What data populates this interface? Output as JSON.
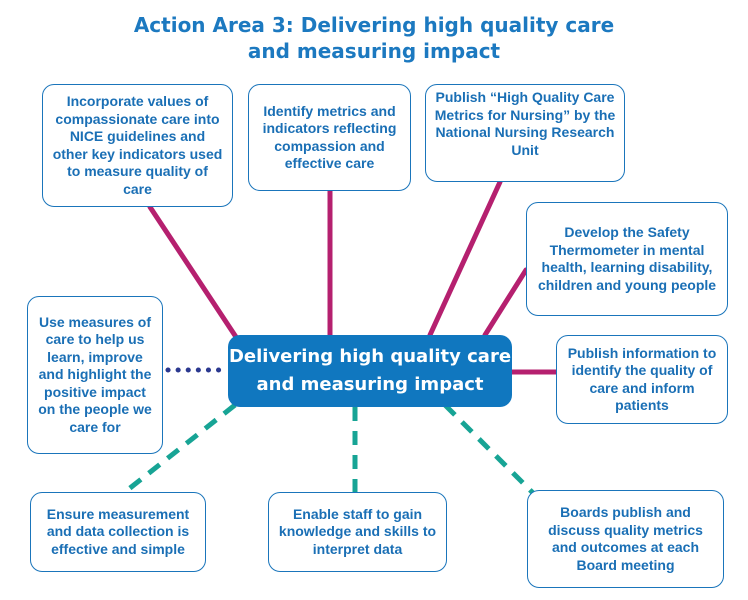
{
  "title_line1": "Action Area 3: Delivering high quality care",
  "title_line2": "and measuring impact",
  "center": {
    "line1": "Delivering high quality care",
    "line2": "and measuring impact"
  },
  "boxes": [
    "Incorporate values of compassionate care into NICE guidelines and other key indicators used to measure quality of care",
    "Identify metrics and indicators reflecting compassion and effective care",
    "Publish “High Quality Care Metrics for Nursing” by the National Nursing Research Unit",
    "Develop the Safety Thermometer in mental health, learning disability, children and young people",
    "Publish information to identify the quality of care and inform patients",
    "Use measures of care to help us learn, improve and highlight the positive impact on the people we care for",
    "Ensure measurement and data collection is effective and simple",
    "Enable staff to gain knowledge and skills to interpret data",
    "Boards publish and discuss quality metrics and outcomes at each Board meeting"
  ],
  "colors": {
    "magenta": "#b5206f",
    "teal": "#17a495",
    "navy": "#2b3990",
    "blue": "#1077bf"
  }
}
